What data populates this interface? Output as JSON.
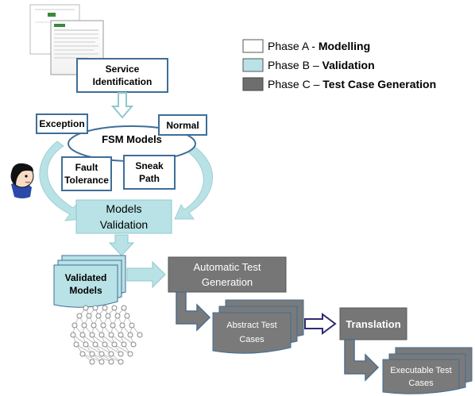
{
  "legend": {
    "phase_a_prefix": "Phase  A - ",
    "phase_a_name": "Modelling",
    "phase_b_prefix": "Phase B – ",
    "phase_b_name": "Validation",
    "phase_c_prefix": "Phase C –  ",
    "phase_c_name": "Test Case Generation"
  },
  "nodes": {
    "service_identification": [
      "Service",
      "Identification"
    ],
    "exception": "Exception",
    "normal": "Normal",
    "fsm_models": "FSM Models",
    "fault_tolerance": [
      "Fault",
      "Tolerance"
    ],
    "sneak_path": [
      "Sneak",
      "Path"
    ],
    "models_validation": [
      "Models",
      "Validation"
    ],
    "validated_models": [
      "Validated",
      "Models"
    ],
    "automatic_test_generation": [
      "Automatic Test",
      "Generation"
    ],
    "abstract_test_cases": [
      "Abstract Test",
      "Cases"
    ],
    "translation": "Translation",
    "executable_test_cases": [
      "Executable Test",
      "Cases"
    ]
  },
  "colors": {
    "phase_a": "#ffffff",
    "phase_b": "#b9e2e6",
    "phase_c": "#7b7b7b",
    "border_blue": "#3e6e98",
    "arrow_blue": "#9fcfd4",
    "arrow_purple": "#302a6e"
  }
}
